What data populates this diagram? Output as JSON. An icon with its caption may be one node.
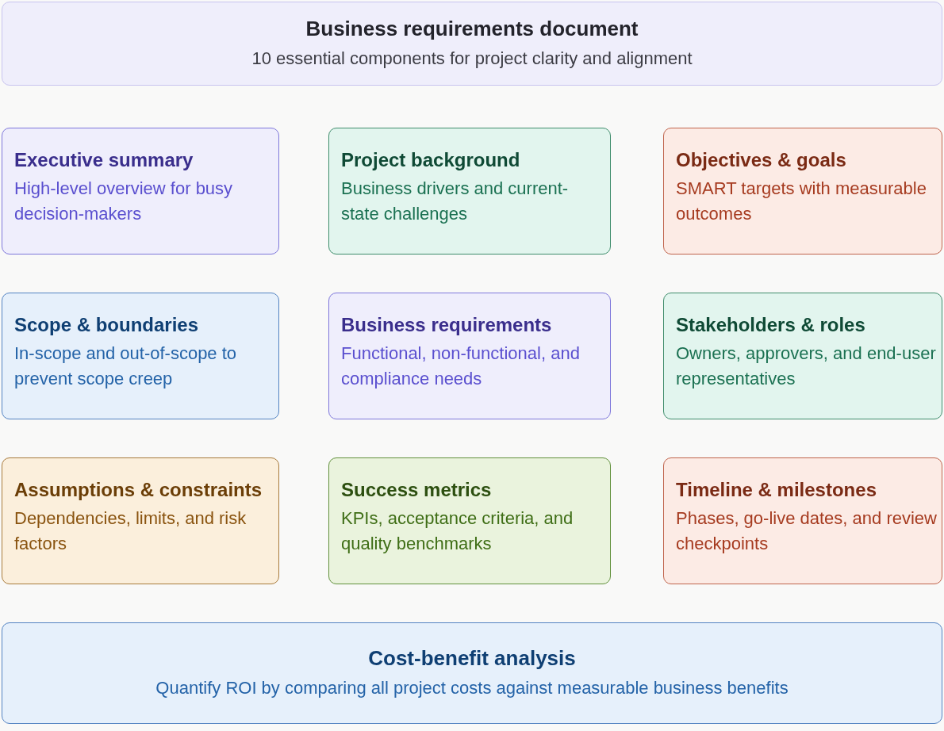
{
  "diagram": {
    "nodes": [
      {
        "text": [
          "Business requirements document",
          "10 essential components for project clarity and alignment"
        ]
      },
      {
        "text": [
          "Executive summary",
          "High-level overview for busy decision-makers"
        ]
      },
      {
        "text": [
          "Project background",
          "Business drivers and current-state challenges"
        ]
      },
      {
        "text": [
          "Objectives & goals",
          "SMART targets with measurable outcomes"
        ]
      },
      {
        "text": [
          "Scope & boundaries",
          "In-scope and out-of-scope to prevent scope creep"
        ]
      },
      {
        "text": [
          "Business requirements",
          "Functional, non-functional, and compliance needs"
        ]
      },
      {
        "text": [
          "Stakeholders & roles",
          "Owners, approvers, and end-user representatives"
        ]
      },
      {
        "text": [
          "Assumptions & constraints",
          "Dependencies, limits, and risk factors"
        ]
      },
      {
        "text": [
          "Success metrics",
          "KPIs, acceptance criteria, and quality benchmarks"
        ]
      },
      {
        "text": [
          "Timeline & milestones",
          "Phases, go-live dates, and review checkpoints"
        ]
      },
      {
        "text": [
          "Cost-benefit analysis",
          "Quantify ROI by comparing all project costs against measurable business benefits"
        ]
      }
    ]
  }
}
